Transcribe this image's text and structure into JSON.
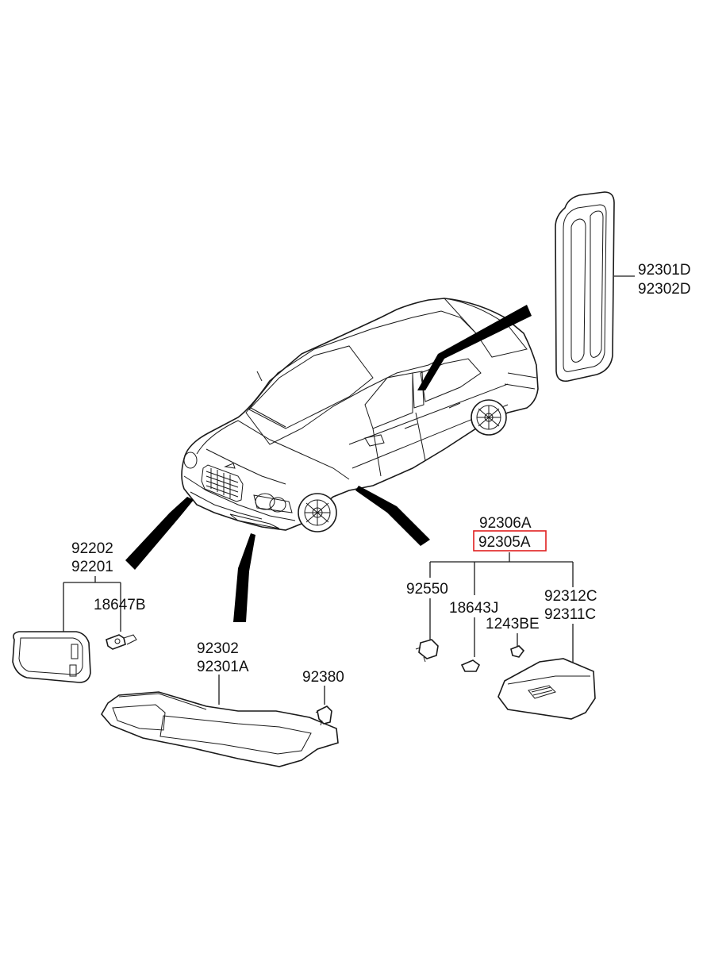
{
  "labels": {
    "p92301D": "92301D",
    "p92302D": "92302D",
    "p92202": "92202",
    "p92201": "92201",
    "p18647B": "18647B",
    "p92302": "92302",
    "p92301A": "92301A",
    "p92380": "92380",
    "p92306A": "92306A",
    "p92305A": "92305A",
    "p92550": "92550",
    "p18643J": "18643J",
    "p1243BE": "1243BE",
    "p92312C": "92312C",
    "p92311C": "92311C"
  },
  "highlight": {
    "label": "92305A",
    "color": "#e02020"
  }
}
